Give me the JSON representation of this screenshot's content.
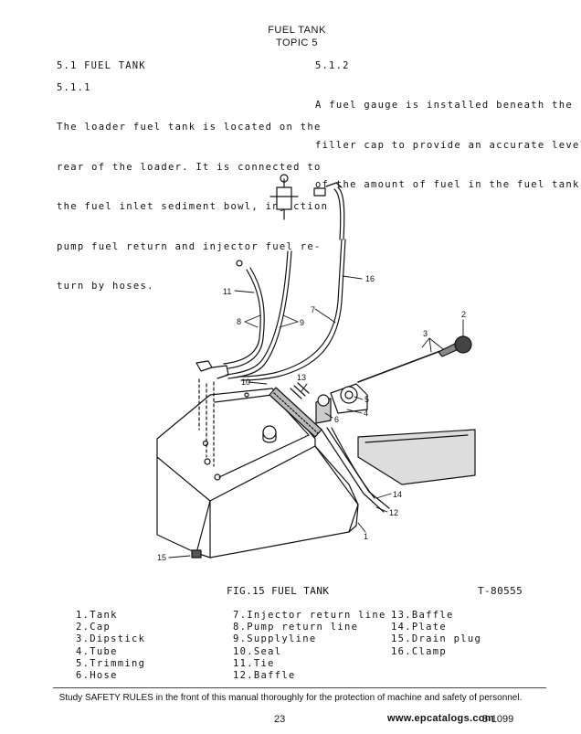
{
  "header": {
    "title": "FUEL TANK",
    "subtitle": "TOPIC 5"
  },
  "sections": {
    "s51": {
      "heading": "5.1 FUEL TANK",
      "subheading": "5.1.1",
      "lines": [
        "The loader fuel tank is located on the",
        "rear of the loader. It is connected to",
        "the fuel inlet sediment bowl, injection",
        "pump fuel return and injector fuel re-",
        "turn by hoses."
      ]
    },
    "s512": {
      "heading": "5.1.2",
      "lines": [
        "A fuel gauge is installed beneath the",
        "filler cap to provide an accurate level",
        "of the amount of fuel in the fuel tank."
      ]
    }
  },
  "figure": {
    "caption": "FIG.15 FUEL TANK",
    "code": "T-80555",
    "callouts": [
      "2",
      "3",
      "16",
      "11",
      "7",
      "8",
      "9",
      "13",
      "10",
      "5",
      "4",
      "6",
      "14",
      "12",
      "1",
      "15"
    ]
  },
  "legend": {
    "col1": [
      "1.Tank",
      "2.Cap",
      "3.Dipstick",
      "4.Tube",
      "5.Trimming",
      "6.Hose"
    ],
    "col2": [
      "7.Injector return line",
      "8.Pump return line",
      "9.Supplyline",
      "10.Seal",
      "11.Tie",
      "12.Baffle"
    ],
    "col3": [
      "13.Baffle",
      "14.Plate",
      "15.Drain plug",
      "16.Clamp"
    ]
  },
  "footer": {
    "note": "Study SAFETY RULES in the front of this manual thoroughly for the protection of machine and safety of personnel.",
    "page_number": "23",
    "watermark": "www.epcatalogs.com",
    "watermark_suffix": "5-1099"
  }
}
